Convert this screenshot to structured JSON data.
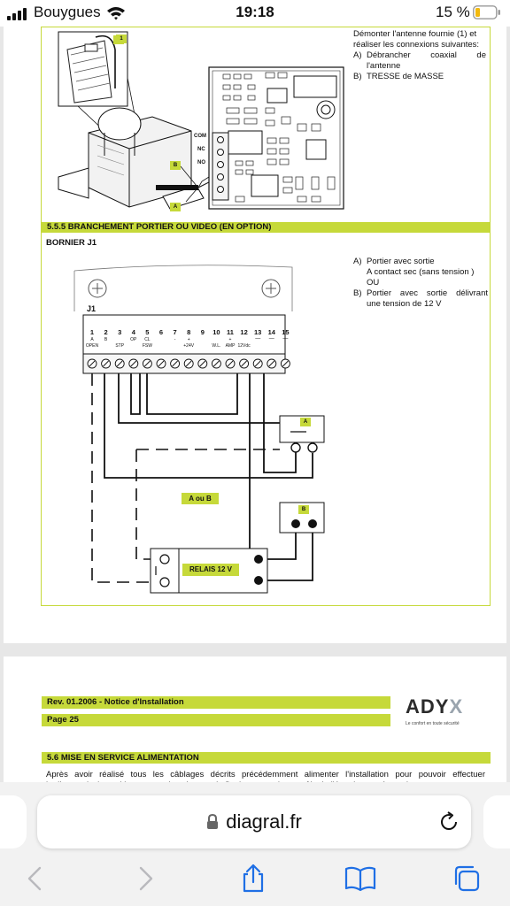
{
  "status_bar": {
    "carrier": "Bouygues",
    "time": "19:18",
    "battery_pct": "15 %"
  },
  "doc": {
    "top_instructions": {
      "intro": "Démonter l'antenne fournie (1) et réaliser les connexions suivantes:",
      "items": [
        {
          "key": "A)",
          "text": "Débrancher coaxial de"
        },
        {
          "key": "",
          "text": "l'antenne"
        },
        {
          "key": "B)",
          "text": "TRESSE de MASSE"
        }
      ]
    },
    "top_diagram_labels": {
      "marker1": "1",
      "markerB": "B",
      "markerA": "A",
      "com": "COM",
      "nc": "NC",
      "no": "NO"
    },
    "section_555_title": "5.5.5  BRANCHEMENT PORTIER OU VIDEO (EN OPTION)",
    "bornier_title": "BORNIER J1",
    "j1_instructions": {
      "items": [
        {
          "key": "A)",
          "text": "Portier avec sortie"
        },
        {
          "key": "",
          "text": "A contact sec (sans tension )"
        },
        {
          "key": "",
          "text": "OU"
        },
        {
          "key": "B)",
          "text": "Portier avec sortie délivrant"
        },
        {
          "key": "",
          "text": "une tension de 12 V"
        }
      ]
    },
    "terminal_block": {
      "label": "J1",
      "numbers": [
        "1",
        "2",
        "3",
        "4",
        "5",
        "6",
        "7",
        "8",
        "9",
        "10",
        "11",
        "12",
        "13",
        "14",
        "15"
      ],
      "sub_top": [
        "A",
        "B",
        "",
        "OP",
        "CL",
        "",
        "-",
        "+",
        "",
        "",
        "+",
        "",
        "",
        "",
        ""
      ],
      "sub_bottom": [
        "OPEN",
        "",
        "STP",
        "",
        "FSW",
        "",
        "",
        "+24V",
        "",
        "W.L.",
        "AMP",
        "12Vdc",
        "",
        "",
        ""
      ],
      "minus_marks": [
        "—",
        "—",
        "—"
      ]
    },
    "box_a": "A",
    "box_b": "B",
    "a_ou_b": "A ou B",
    "relais": "RELAIS 12 V",
    "footer": {
      "rev": "Rev. 01.2006 - Notice d'Installation",
      "page": "Page 25",
      "logo_main": "ADY",
      "logo_x": "X",
      "tagline": "Le confort en toute sécurité"
    },
    "section_56_title": "5.6   MISE EN SERVICE ALIMENTATION",
    "section_56_para": "Après avoir réalisé tous les câblages décrits précédemment alimenter l'installation pour pouvoir effectuer",
    "section_56_para2": "le diagnostic, le positionnement des aimants de fin de course, le contrôle de l'état des entrées et la"
  },
  "browser": {
    "url": "diagral.fr"
  },
  "colors": {
    "accent_green": "#c6d93a",
    "ios_blue": "#1f6fe5",
    "disabled_gray": "#b9b9bd"
  }
}
